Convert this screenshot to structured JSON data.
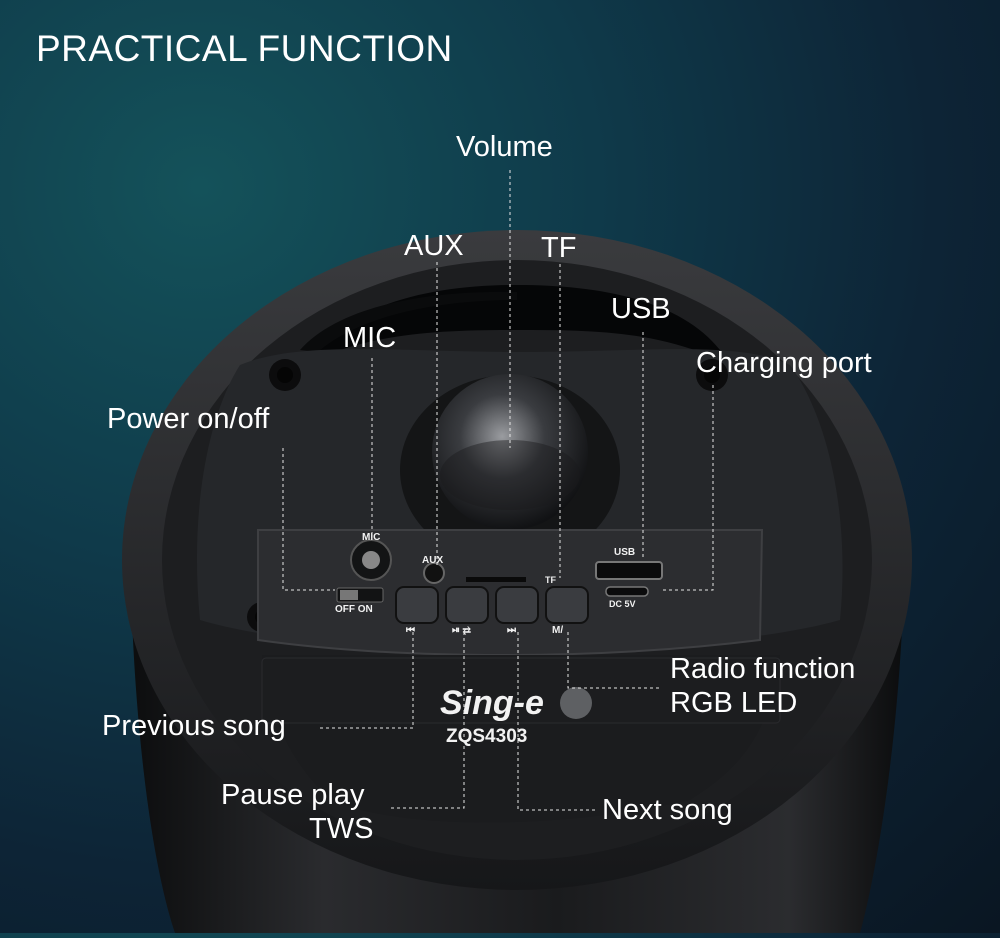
{
  "header": {
    "title": "PRACTICAL FUNCTION"
  },
  "callouts": {
    "volume": "Volume",
    "aux": "AUX",
    "tf": "TF",
    "usb": "USB",
    "mic": "MIC",
    "charging_port": "Charging port",
    "power": "Power on/off",
    "radio": "Radio function",
    "rgb": "RGB LED",
    "previous": "Previous song",
    "pause": "Pause play",
    "tws": "TWS",
    "next": "Next song"
  },
  "panel": {
    "mic": "MIC",
    "aux": "AUX",
    "tf": "TF",
    "usb": "USB",
    "dc": "DC 5V",
    "off_on": "OFF ON",
    "mode": "M/",
    "brand": "Sing-e",
    "model": "ZQS4303"
  },
  "colors": {
    "text": "#ffffff",
    "leader": "#e6e6e6",
    "body": "#1c1d1f",
    "panel": "#2a2b2d"
  }
}
